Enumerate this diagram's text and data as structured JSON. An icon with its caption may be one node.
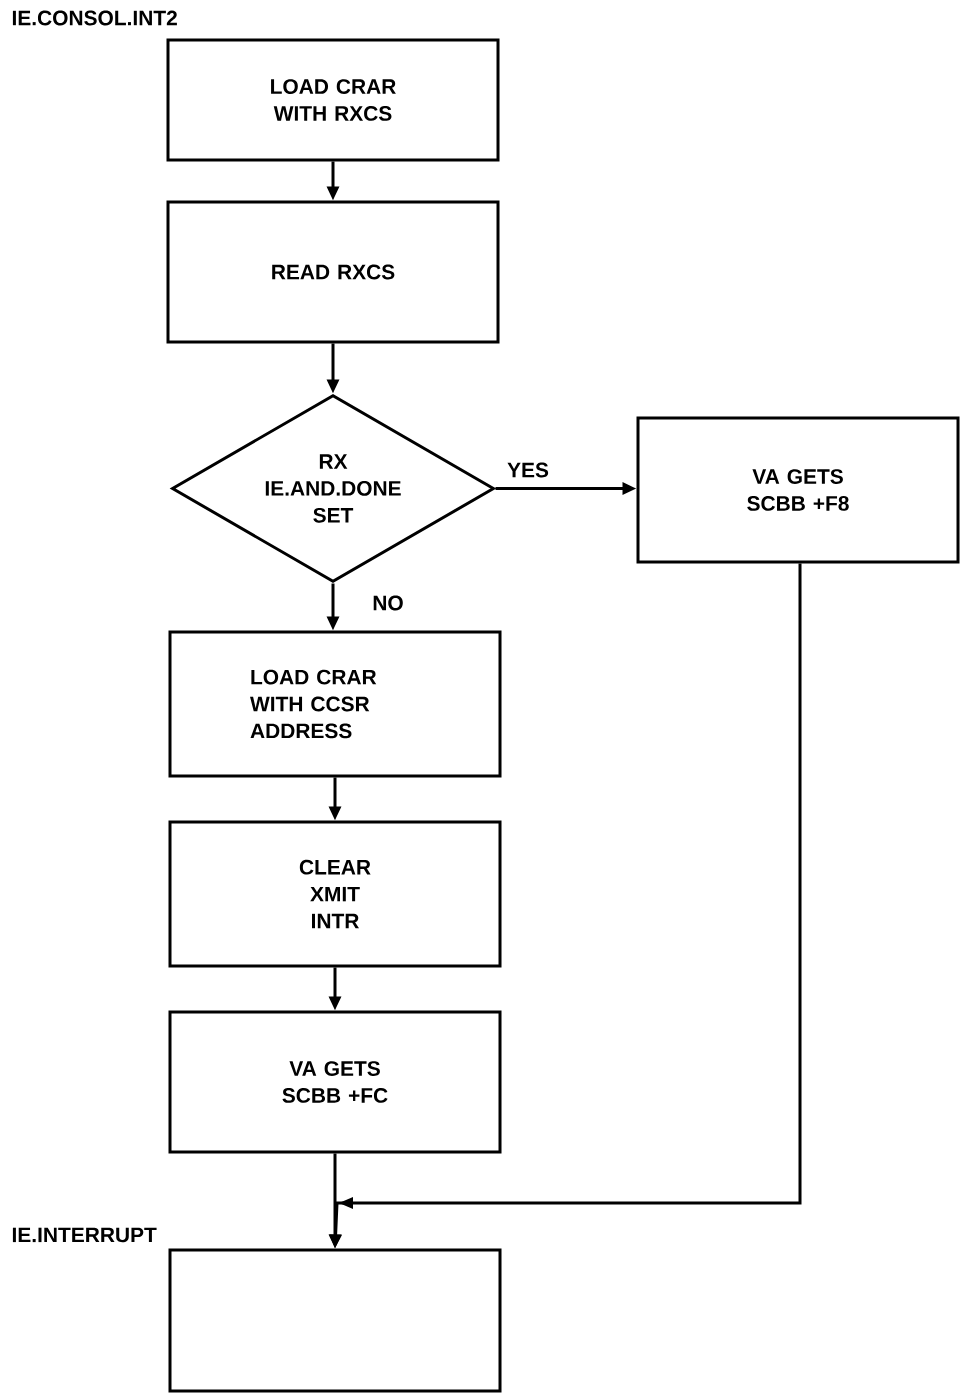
{
  "diagram": {
    "nodes": [
      {
        "text": [
          "LOAD CRAR WITH RXCS"
        ],
        "beside": [
          "IE.CONSOL.INT2"
        ]
      },
      {
        "text": [
          "READ RXCS"
        ]
      },
      {
        "text": [
          "RX IE.AND.DONE SET"
        ]
      },
      {
        "text": [
          "VA GETS SCBB +F8"
        ]
      },
      {
        "text": [
          "LOAD CRAR WITH CCSR ADDRESS"
        ]
      },
      {
        "text": [
          "CLEAR XMIT INTR"
        ]
      },
      {
        "text": [
          "VA GETS SCBB +FC"
        ]
      },
      {
        "text": [],
        "shape": "box",
        "beside": [
          "IE.INTERRUPT"
        ]
      }
    ],
    "edges": [
      {
        "from": 0,
        "to": 1,
        "arrow": "to"
      },
      {
        "from": 1,
        "to": 2,
        "arrow": "to"
      },
      {
        "from": 2,
        "to": 3,
        "arrow": "to",
        "label": "YES"
      },
      {
        "from": 2,
        "to": 4,
        "arrow": "to",
        "label": "NO"
      },
      {
        "from": 4,
        "to": 5,
        "arrow": "to"
      },
      {
        "from": 5,
        "to": 6,
        "arrow": "to"
      },
      {
        "from": 6,
        "to": 7,
        "arrow": "to"
      },
      {
        "from": 3,
        "to": 7,
        "arrow": "to"
      }
    ]
  }
}
